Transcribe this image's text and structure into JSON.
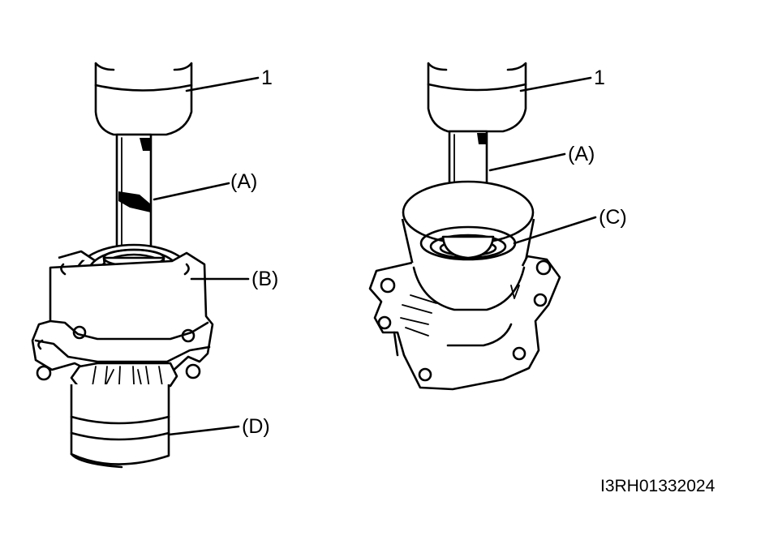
{
  "figure": {
    "left_labels": {
      "tool": "1",
      "a": "(A)",
      "b": "(B)",
      "d": "(D)"
    },
    "right_labels": {
      "tool": "1",
      "a": "(A)",
      "c": "(C)"
    },
    "figure_code": "I3RH01332024"
  }
}
